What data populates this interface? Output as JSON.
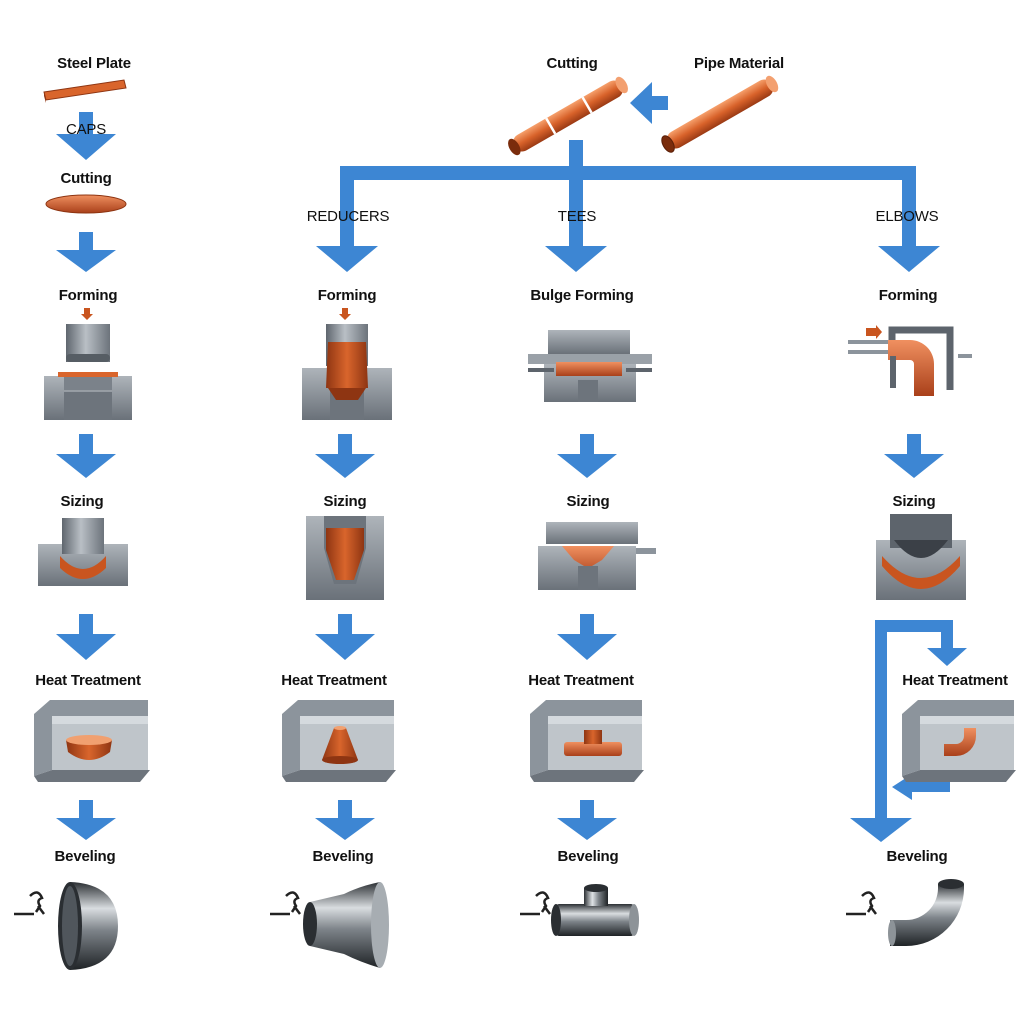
{
  "colors": {
    "arrow": "#3d86d3",
    "copper": "#c9551f",
    "copper_light": "#e8875a",
    "steel": "#8c949c",
    "steel_dark": "#5d646c",
    "steel_light": "#c9ced3",
    "text": "#111111"
  },
  "top": {
    "steel_plate": "Steel Plate",
    "caps": "CAPS",
    "cutting_left": "Cutting",
    "cutting_top": "Cutting",
    "pipe_material": "Pipe Material"
  },
  "columns": {
    "reducers": "REDUCERS",
    "tees": "TEES",
    "elbows": "ELBOWS"
  },
  "steps": {
    "caps": {
      "forming": "Forming",
      "sizing": "Sizing",
      "heat": "Heat Treatment",
      "beveling": "Beveling"
    },
    "reducers": {
      "forming": "Forming",
      "sizing": "Sizing",
      "heat": "Heat Treatment",
      "beveling": "Beveling"
    },
    "tees": {
      "forming": "Bulge Forming",
      "sizing": "Sizing",
      "heat": "Heat Treatment",
      "beveling": "Beveling"
    },
    "elbows": {
      "forming": "Forming",
      "sizing": "Sizing",
      "heat": "Heat Treatment",
      "beveling": "Beveling"
    }
  }
}
